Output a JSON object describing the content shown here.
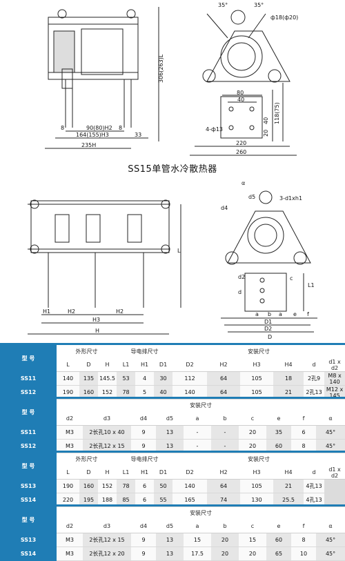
{
  "top_drawing": {
    "dims_front": [
      "306(263)L",
      "90(80)H2",
      "164(155)H3",
      "235H",
      "33",
      "8",
      "8"
    ],
    "dims_side": [
      "35°",
      "35°",
      "ф18(ф20)",
      "80",
      "40",
      "4-ф13",
      "20",
      "40",
      "118(75)",
      "220",
      "260"
    ]
  },
  "caption": "SS15单管水冷散热器",
  "bottom_drawing": {
    "dims_front": [
      "L",
      "H1",
      "H2",
      "H3",
      "H2",
      "H"
    ],
    "dims_side": [
      "α",
      "d5",
      "3-d1xh1",
      "d4",
      "d2",
      "d",
      "c",
      "L1",
      "a",
      "b",
      "a",
      "D1",
      "D2",
      "D",
      "e",
      "f"
    ]
  },
  "table1": {
    "label": "型 号",
    "groups": [
      "外形尺寸",
      "导电排尺寸",
      "安装尺寸"
    ],
    "headers": [
      "L",
      "D",
      "H",
      "L1",
      "H1",
      "D1",
      "D2",
      "H2",
      "H3",
      "H4",
      "d",
      "d1 x d2"
    ],
    "rows": [
      {
        "model": "SS11",
        "cells": [
          "140",
          "135",
          "145.5",
          "53",
          "4",
          "30",
          "112",
          "64",
          "105",
          "18",
          "2孔9",
          "M8 x 140"
        ]
      },
      {
        "model": "SS12",
        "cells": [
          "190",
          "160",
          "152",
          "78",
          "5",
          "40",
          "140",
          "64",
          "105",
          "21",
          "2孔13",
          "M12 x 145"
        ]
      }
    ]
  },
  "table2": {
    "label": "型 号",
    "group": "安装尺寸",
    "headers": [
      "d2",
      "d3",
      "d4",
      "d5",
      "a",
      "b",
      "c",
      "e",
      "f",
      "α"
    ],
    "rows": [
      {
        "model": "SS11",
        "cells": [
          "M3",
          "2长孔10 x 40",
          "9",
          "13",
          "-",
          "-",
          "20",
          "35",
          "6",
          "45°"
        ]
      },
      {
        "model": "SS12",
        "cells": [
          "M3",
          "2长孔12 x 15",
          "9",
          "13",
          "-",
          "-",
          "20",
          "60",
          "8",
          "45°"
        ]
      }
    ]
  },
  "table3": {
    "label": "型 号",
    "groups": [
      "外形尺寸",
      "导电排尺寸",
      "安装尺寸"
    ],
    "headers": [
      "L",
      "D",
      "H",
      "L1",
      "H1",
      "D1",
      "D2",
      "H2",
      "H3",
      "H4",
      "d",
      "d1 x d2"
    ],
    "rows": [
      {
        "model": "SS13",
        "cells": [
          "190",
          "160",
          "152",
          "78",
          "6",
          "50",
          "140",
          "64",
          "105",
          "21",
          "4孔13",
          ""
        ]
      },
      {
        "model": "SS14",
        "cells": [
          "220",
          "195",
          "188",
          "85",
          "6",
          "55",
          "165",
          "74",
          "130",
          "25.5",
          "4孔13",
          ""
        ]
      }
    ]
  },
  "table4": {
    "label": "型 号",
    "group": "安装尺寸",
    "headers": [
      "d2",
      "d3",
      "d4",
      "d5",
      "a",
      "b",
      "c",
      "e",
      "f",
      "α"
    ],
    "rows": [
      {
        "model": "SS13",
        "cells": [
          "M3",
          "2长孔12 x 15",
          "9",
          "13",
          "15",
          "20",
          "15",
          "60",
          "8",
          "45°"
        ]
      },
      {
        "model": "SS14",
        "cells": [
          "M3",
          "2长孔12 x 20",
          "9",
          "13",
          "17.5",
          "20",
          "20",
          "65",
          "10",
          "45°"
        ]
      }
    ]
  }
}
